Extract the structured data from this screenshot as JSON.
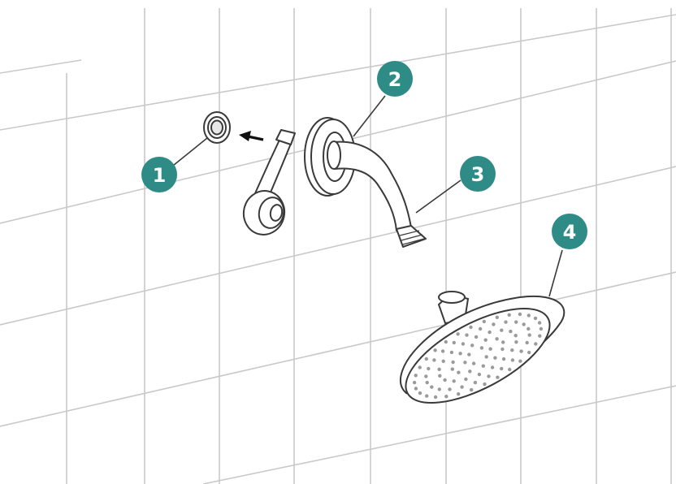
{
  "diagram": {
    "callouts": [
      {
        "label": "1",
        "part": "washer"
      },
      {
        "label": "2",
        "part": "flange"
      },
      {
        "label": "3",
        "part": "shower-arm"
      },
      {
        "label": "4",
        "part": "shower-head"
      }
    ],
    "accent_color": "#2e8b86",
    "line_color": "#3a3a3a",
    "grid_color": "#c9c9c9"
  }
}
